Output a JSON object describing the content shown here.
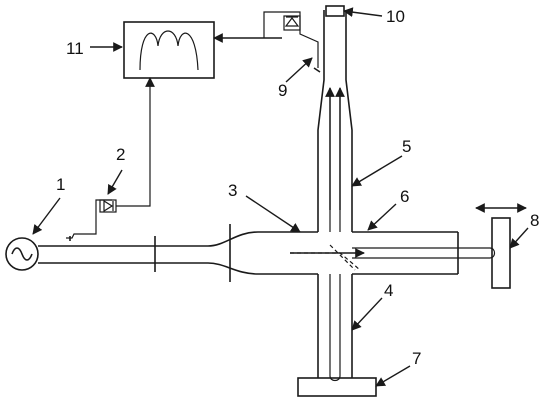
{
  "labels": {
    "l1": "1",
    "l2": "2",
    "l3": "3",
    "l4": "4",
    "l5": "5",
    "l6": "6",
    "l7": "7",
    "l8": "8",
    "l9": "9",
    "l10": "10",
    "l11": "11"
  },
  "icons": {
    "source": "ac-source-icon",
    "detector": "diode-detector-icon",
    "oscilloscope": "oscilloscope-icon",
    "load": "hatched-short-icon",
    "movable_short": "movable-plunger-icon"
  },
  "colors": {
    "line": "#1a1a1a",
    "hatch": "#555555",
    "background": "#ffffff"
  }
}
